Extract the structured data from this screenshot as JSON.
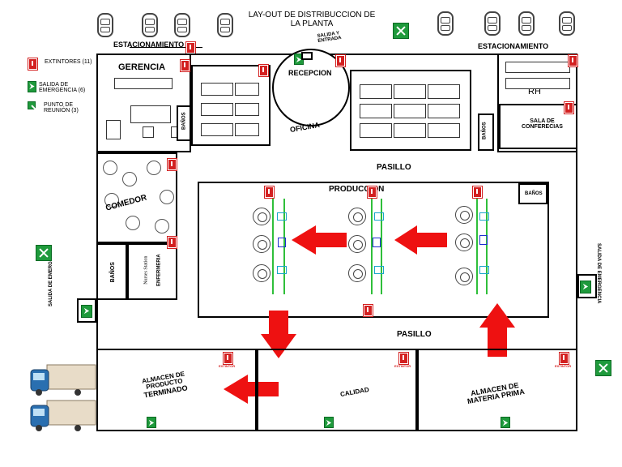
{
  "title_line1": "LAY-OUT DE DISTRIBUCCION DE",
  "title_line2": "LA PLANTA",
  "legend": {
    "extintores": "EXTINTORES (11)",
    "salida_line1": "SALIDA DE",
    "salida_line2": "EMERGENCIA (6)",
    "punto_line1": "PUNTO DE",
    "punto_line2": "REUNIÓN (3)"
  },
  "areas": {
    "estacionamiento_left": "ESTACIONAMIENTO",
    "estacionamiento_right": "ESTACIONAMIENTO",
    "salida_entrada_line1": "SALIDA Y",
    "salida_entrada_line2": "ENTRADA",
    "gerencia": "GERENCIA",
    "recepcion": "RECEPCION",
    "oficina": "OFICINA",
    "rh": "RH",
    "sala_line1": "SALA DE",
    "sala_line2": "CONFERECIAS",
    "banos_1": "BAÑOS",
    "banos_2": "BAÑOS",
    "banos_3": "BAÑOS",
    "banos_4": "BAÑOS",
    "pasillo_top": "PASILLO",
    "pasillo_bottom": "PASILLO",
    "produccion": "PRODUCCION",
    "comedor": "COMEDOR",
    "enfermeria": "ENFERMERIA",
    "nurses_station": "Nurses Station",
    "salida_emergencia_left": "SALIDA DE EMERGENCIA",
    "salida_emergencia_right": "SALIDA DE EMERGENCIA",
    "almacen_pt_line1": "ALMACEN DE",
    "almacen_pt_line2": "PRODUCTO",
    "almacen_pt_line3": "TERMINADO",
    "calidad": "CALIDAD",
    "almacen_mp_line1": "ALMACEN  DE",
    "almacen_mp_line2": "MATERIA PRIMA"
  },
  "extintor_label": "EXTINTOR",
  "colors": {
    "arrow": "#ee1111",
    "exit_green": "#1f9a3c",
    "extinguisher_red": "#d32020",
    "line_green": "#2fbf3a"
  }
}
